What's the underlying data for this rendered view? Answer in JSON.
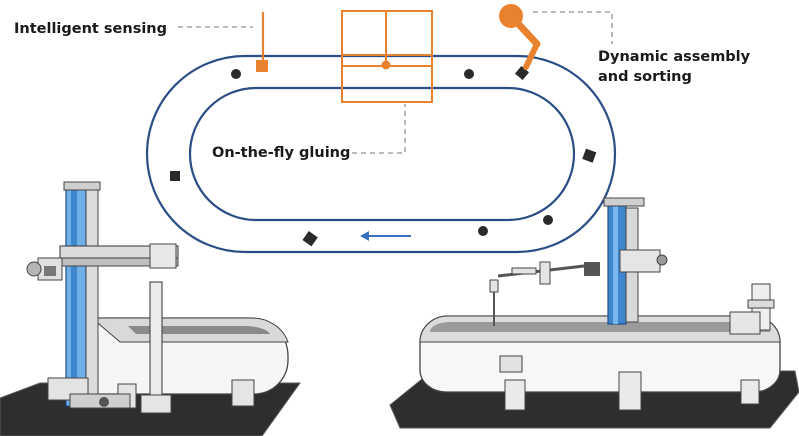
{
  "labels": {
    "intelligent_sensing": "Intelligent sensing",
    "on_the_fly_gluing": "On-the-fly gluing",
    "dynamic_assembly": "Dynamic assembly",
    "and_sorting": "and sorting"
  },
  "colors": {
    "track": "#2b4e86",
    "station": "#e8822e",
    "part": "#2a2a2a",
    "leader": "#a6a6a6",
    "arrow": "#3a6fc4",
    "blue_column": "#4a90d9",
    "machine_body": "#f4f4f4",
    "machine_outline": "#444444",
    "base_mat": "#2e2e2e"
  },
  "icons": {
    "sensor": "sensor-station-icon",
    "gluing": "gluing-gantry-icon",
    "robot": "robot-arm-icon",
    "direction": "direction-arrow-icon"
  }
}
